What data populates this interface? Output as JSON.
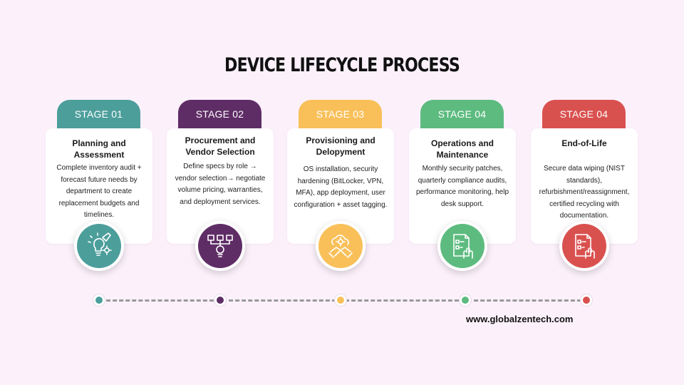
{
  "title": "DEVICE LIFECYCLE PROCESS",
  "stages": [
    {
      "tab": "STAGE 01",
      "title": "Planning and Assessment",
      "desc": "Complete inventory audit + forecast future needs by department to create replacement budgets and timelines.",
      "color": "#4c9e9b",
      "icon": "lightbulb-gear-icon"
    },
    {
      "tab": "STAGE 02",
      "title": "Procurement and Vendor Selection",
      "desc": "Define specs by role → vendor selection→ negotiate volume pricing, warranties, and deployment services.",
      "color": "#5f2d66",
      "icon": "network-hierarchy-icon"
    },
    {
      "tab": "STAGE 03",
      "title": "Provisioning and Delopyment",
      "desc": "OS installation, security hardening (BitLocker, VPN, MFA), app deployment, user configuration + asset tagging.",
      "color": "#f9c05a",
      "icon": "cloud-handshake-icon"
    },
    {
      "tab": "STAGE 04",
      "title": "Operations and Maintenance",
      "desc": "Monthly security patches, quarterly compliance audits, performance monitoring, help desk support.",
      "color": "#5dbb7f",
      "icon": "checklist-hand-icon"
    },
    {
      "tab": "STAGE 04",
      "title": "End-of-Life",
      "desc": "Secure data wiping (NIST standards), refurbishment/reassignment, certified recycling with documentation.",
      "color": "#d9514f",
      "icon": "checklist-hand-icon"
    }
  ],
  "website": "www.globalzentech.com"
}
